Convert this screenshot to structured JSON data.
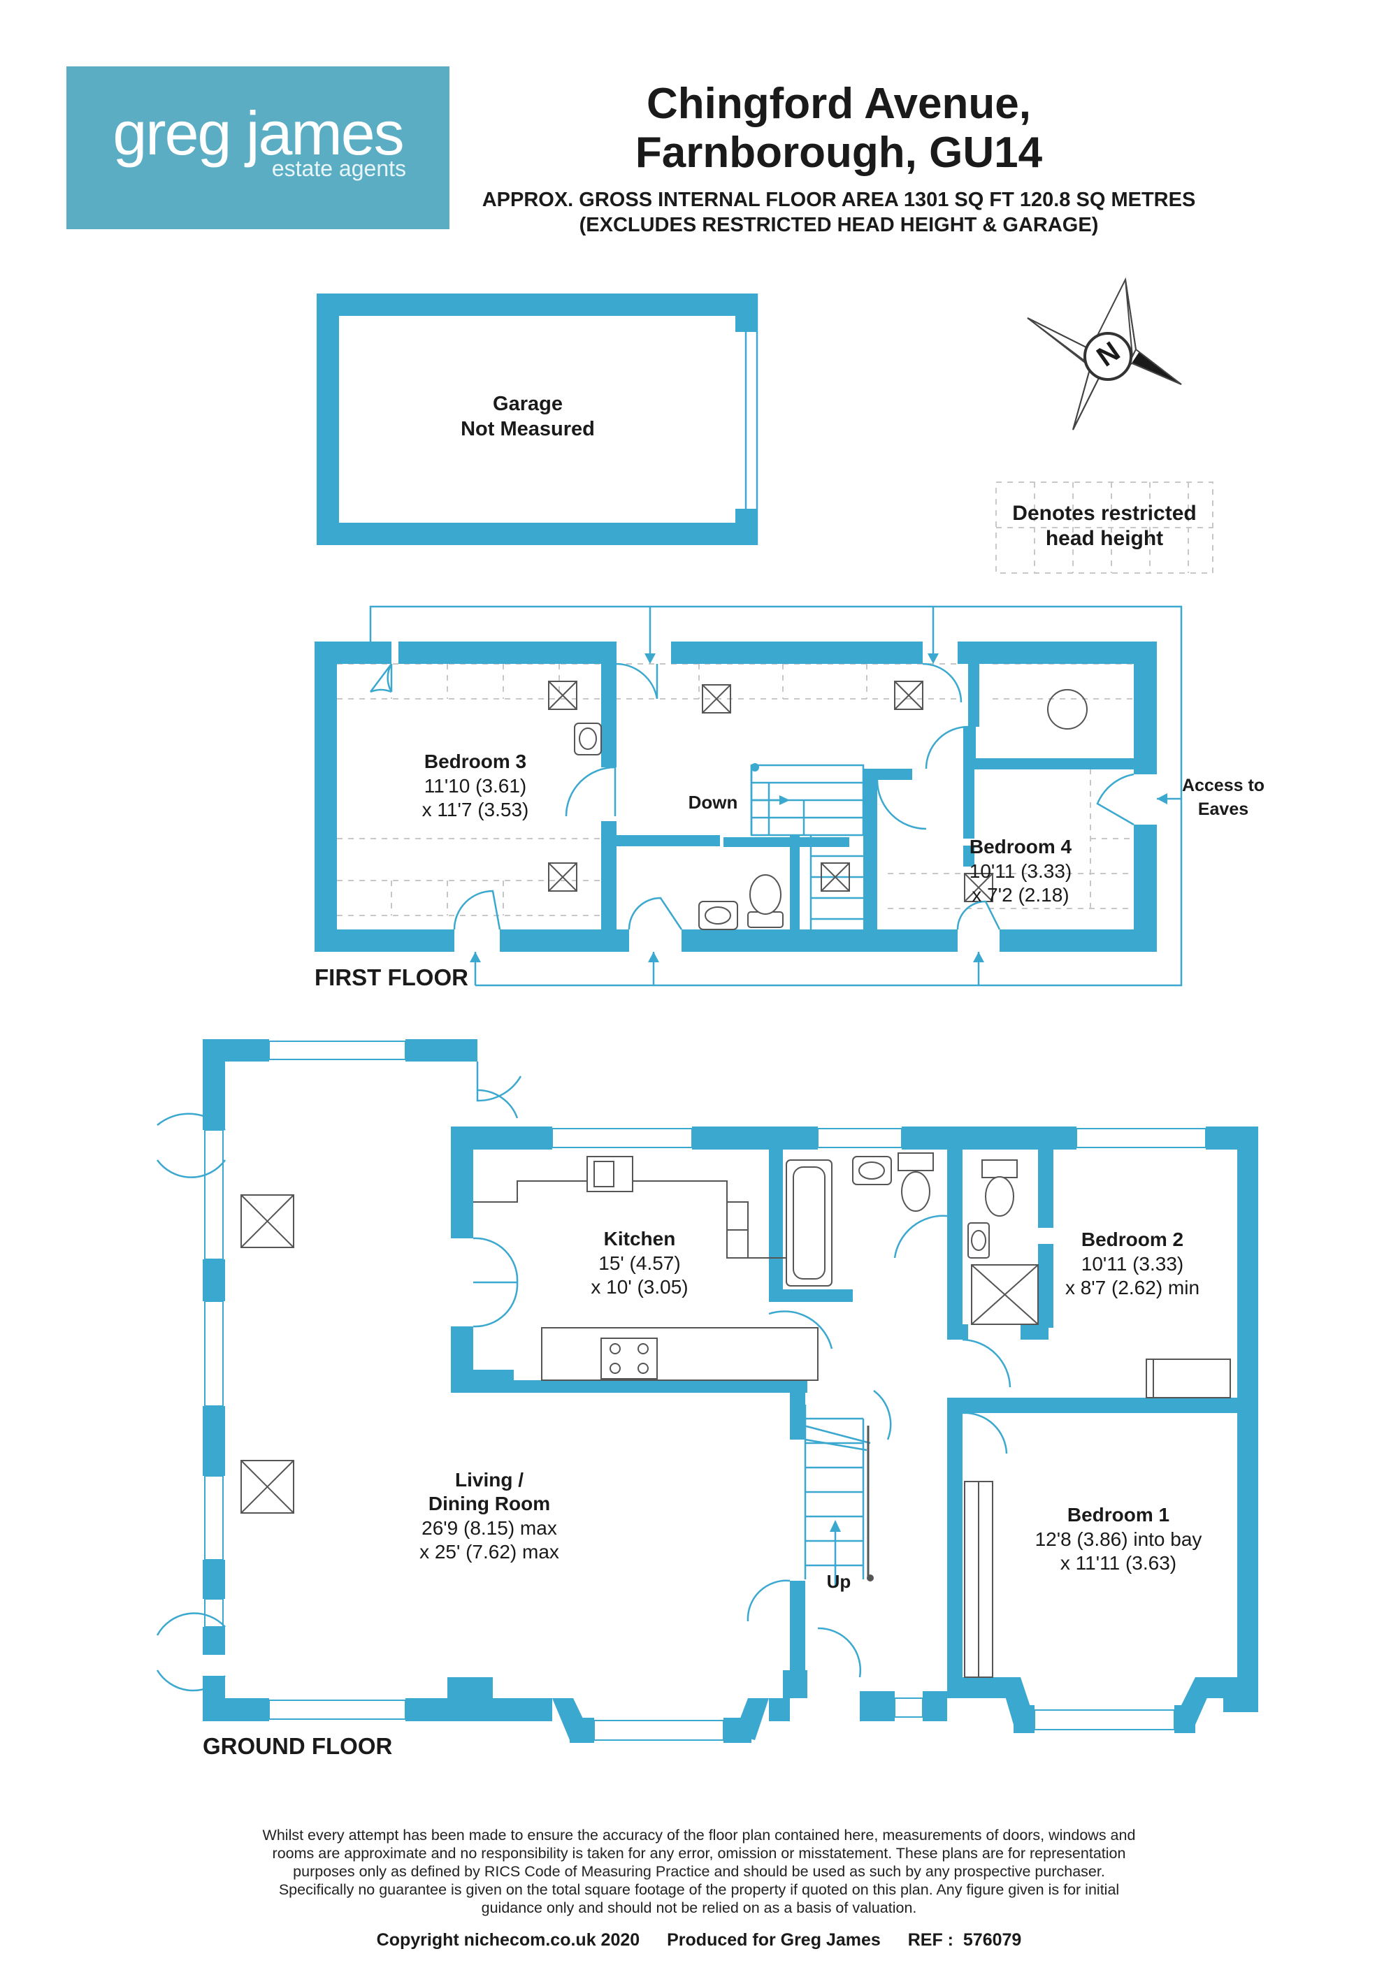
{
  "logo": {
    "name": "greg james",
    "tagline": "estate agents",
    "color": "#5aadc3"
  },
  "header": {
    "title_line1": "Chingford Avenue,",
    "title_line2": "Farnborough, GU14",
    "area_line1": "APPROX. GROSS INTERNAL FLOOR AREA 1301 SQ FT 120.8 SQ METRES",
    "area_line2": "(EXCLUDES RESTRICTED HEAD HEIGHT & GARAGE)"
  },
  "compass": {
    "label": "N",
    "icon": "compass-north-icon"
  },
  "legend": {
    "restricted_line1": "Denotes restricted",
    "restricted_line2": "head height"
  },
  "garage": {
    "line1": "Garage",
    "line2": "Not Measured"
  },
  "first_floor": {
    "label": "FIRST FLOOR",
    "bedroom3": {
      "name": "Bedroom 3",
      "dim1": "11'10 (3.61)",
      "dim2": "x 11'7 (3.53)"
    },
    "bedroom4": {
      "name": "Bedroom 4",
      "dim1": "10'11 (3.33)",
      "dim2": "x 7'2 (2.18)"
    },
    "stairs": "Down",
    "eaves_line1": "Access to",
    "eaves_line2": "Eaves"
  },
  "ground_floor": {
    "label": "GROUND FLOOR",
    "kitchen": {
      "name": "Kitchen",
      "dim1": "15' (4.57)",
      "dim2": "x 10' (3.05)"
    },
    "living": {
      "name1": "Living /",
      "name2": "Dining Room",
      "dim1": "26'9 (8.15) max",
      "dim2": "x 25' (7.62) max"
    },
    "bedroom2": {
      "name": "Bedroom 2",
      "dim1": "10'11 (3.33)",
      "dim2": "x 8'7 (2.62) min"
    },
    "bedroom1": {
      "name": "Bedroom 1",
      "dim1": "12'8 (3.86) into bay",
      "dim2": "x 11'11 (3.63)"
    },
    "stairs": "Up"
  },
  "wall_color": "#3ba8cf",
  "disclaimer": [
    "Whilst every attempt has been made to ensure the accuracy of the floor plan contained here, measurements of doors, windows and",
    "rooms are approximate and no responsibility is taken for any error, omission or misstatement. These plans are for representation",
    "purposes only as defined by RICS Code of Measuring Practice and should be used as such by any prospective purchaser.",
    "Specifically no guarantee is given on the total square footage of the property if quoted on this plan. Any figure given is for initial",
    "guidance only and should not be relied on as a basis of valuation."
  ],
  "footer": {
    "copyright": "Copyright nichecom.co.uk 2020",
    "produced": "Produced for Greg James",
    "ref": "REF :  576079"
  }
}
